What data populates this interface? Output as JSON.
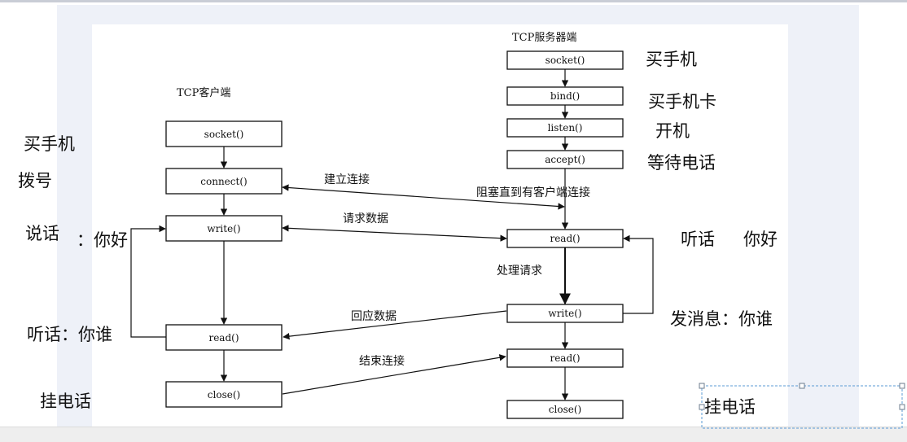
{
  "client": {
    "title": "TCP客户端",
    "boxes": [
      "socket()",
      "connect()",
      "write()",
      "read()",
      "close()"
    ]
  },
  "server": {
    "title": "TCP服务器端",
    "boxes": [
      "socket()",
      "bind()",
      "listen()",
      "accept()",
      "read()",
      "write()",
      "read()",
      "close()"
    ]
  },
  "arrow_labels": {
    "establish": "建立连接",
    "block": "阻塞直到有客户端连接",
    "request": "请求数据",
    "process": "处理请求",
    "reply": "回应数据",
    "end": "结束连接"
  },
  "notes_left": {
    "buy_phone": "买手机",
    "dial": "拨号",
    "talk": "说话",
    "hello": "：你好",
    "listen_who": "听话：你谁",
    "hangup": "挂电话"
  },
  "notes_right": {
    "buy_phone": "买手机",
    "buy_card": "买手机卡",
    "power_on": "开机",
    "wait_call": "等待电话",
    "listen": "听话",
    "hello": "你好",
    "send_msg": "发消息：你谁",
    "hangup": "挂电话"
  }
}
